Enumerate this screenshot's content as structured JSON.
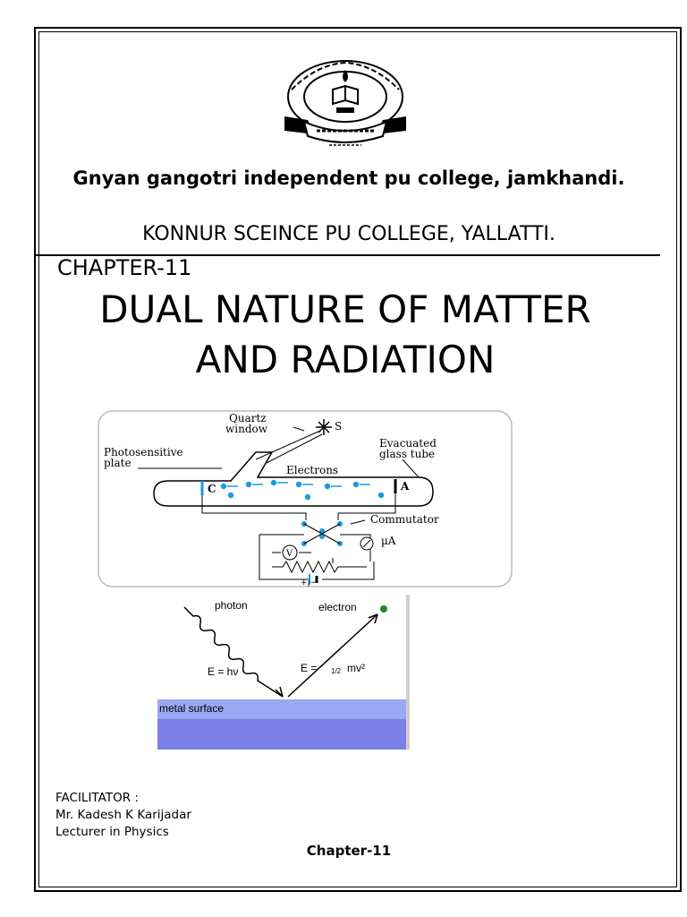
{
  "header": {
    "college_line1": "Gnyan gangotri independent pu college, jamkhandi.",
    "college_line2": "KONNUR SCEINCE PU COLLEGE, YALLATTI."
  },
  "chapter_label": "CHAPTER-11",
  "title_line1": "DUAL NATURE OF MATTER",
  "title_line2": "AND RADIATION",
  "photoelectric_diagram": {
    "quartz_window": [
      "Quartz",
      "window"
    ],
    "source": "S",
    "photosensitive_plate": [
      "Photosensitive",
      "plate"
    ],
    "evacuated_tube": [
      "Evacuated",
      "glass tube"
    ],
    "electrons": "Electrons",
    "cathode": "C",
    "anode": "A",
    "commutator": "Commutator",
    "microammeter": "µA",
    "voltmeter": "V",
    "battery": "+|−"
  },
  "photon_diagram": {
    "photon": "photon",
    "electron": "electron",
    "photon_energy": "E = hν",
    "electron_energy_left": "E =",
    "electron_energy_half": "1/2",
    "electron_energy_mv": "mv²",
    "surface": "metal surface"
  },
  "facilitator": {
    "heading": "FACILITATOR :",
    "name": "Mr. Kadesh K Karijadar",
    "role": "Lecturer in Physics"
  },
  "footer": "Chapter-11",
  "colors": {
    "electron_blue": "#1b9ae0",
    "surface_light": "#9aa8f5",
    "surface_dark": "#7b7fe8",
    "electron_dot": "#1e8a1e"
  }
}
